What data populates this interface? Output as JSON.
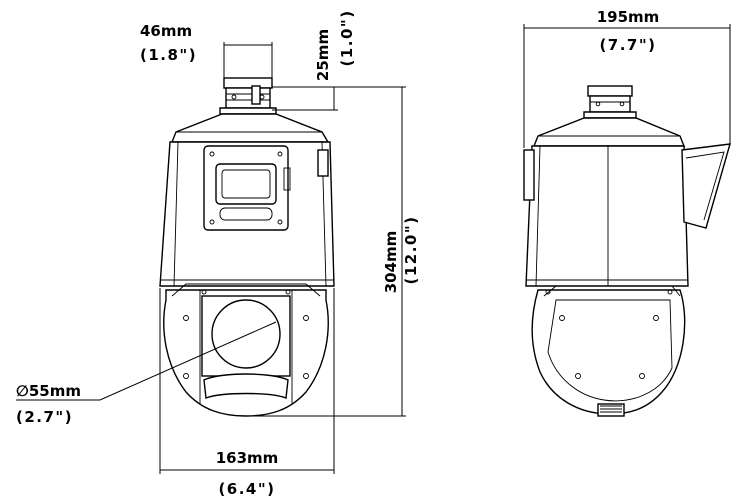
{
  "dimensions": {
    "bracket_width": {
      "metric": "46mm",
      "imperial": "(1.8\")"
    },
    "bracket_height": {
      "metric": "25mm",
      "imperial": "(1.0\")"
    },
    "total_height": {
      "metric": "304mm",
      "imperial": "(12.0\")"
    },
    "lens_diameter": {
      "metric": "∅55mm",
      "imperial": "(2.7\")"
    },
    "body_width": {
      "metric": "163mm",
      "imperial": "(6.4\")"
    },
    "side_depth": {
      "metric": "195mm",
      "imperial": "(7.7\")"
    }
  }
}
